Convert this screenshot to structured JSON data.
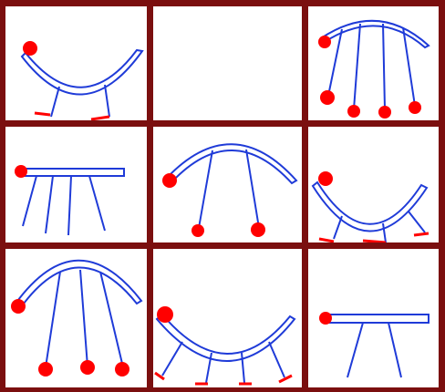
{
  "board": {
    "rows": 3,
    "cols": 3,
    "colors": {
      "grid": "#7b0f0f",
      "stroke": "#1f3bd8",
      "ball": "#ff0000",
      "background": "#ffffff"
    }
  },
  "cells": [
    {
      "name": "cell-1-1",
      "figure": "arc-up-legs-2",
      "ball": "left-tip",
      "feet": "dashes"
    },
    {
      "name": "cell-1-2",
      "figure": "empty"
    },
    {
      "name": "cell-1-3",
      "figure": "arch-down-legs-4",
      "ball": "legs-ends"
    },
    {
      "name": "cell-2-1",
      "figure": "bar-legs-4",
      "ball": "left-end",
      "feet": "none"
    },
    {
      "name": "cell-2-2",
      "figure": "arch-down-legs-2",
      "ball": "legs-ends"
    },
    {
      "name": "cell-2-3",
      "figure": "arc-up-legs-3",
      "ball": "left-tip",
      "feet": "dashes"
    },
    {
      "name": "cell-3-1",
      "figure": "arch-down-legs-3",
      "ball": "legs-ends"
    },
    {
      "name": "cell-3-2",
      "figure": "arc-up-legs-4",
      "ball": "left-tip",
      "feet": "dashes"
    },
    {
      "name": "cell-3-3",
      "figure": "bar-legs-2",
      "ball": "left-end",
      "feet": "none"
    }
  ]
}
